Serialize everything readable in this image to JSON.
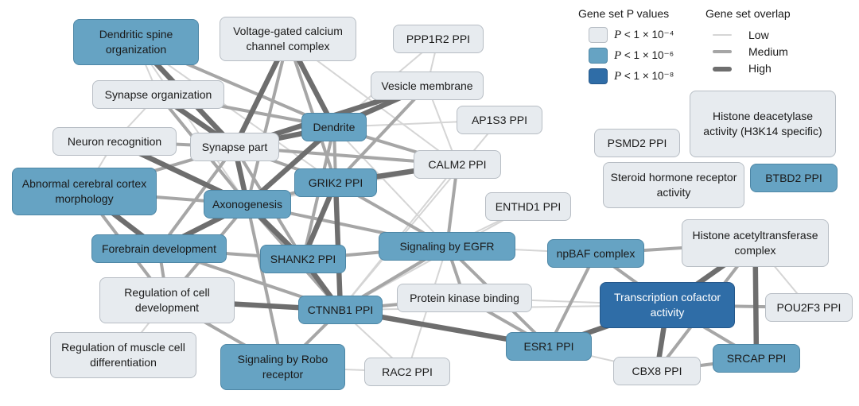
{
  "legend": {
    "pvalues_title": "Gene set P values",
    "pvalue_items": [
      {
        "level": 1,
        "label": "P < 1 × 10⁻⁴"
      },
      {
        "level": 2,
        "label": "P < 1 × 10⁻⁶"
      },
      {
        "level": 3,
        "label": "P < 1 × 10⁻⁸"
      }
    ],
    "overlap_title": "Gene set overlap",
    "overlap_items": [
      "Low",
      "Medium",
      "High"
    ]
  },
  "colors": {
    "level1": "#e7ebef",
    "level2": "#66a3c3",
    "level3": "#2f6da7",
    "edge_low": "#d5d5d5",
    "edge_medium": "#a6a6a6",
    "edge_high": "#6e6e6e"
  },
  "nodes": [
    {
      "id": "dsp",
      "label": "Dendritic spine\norganization",
      "level": 2
    },
    {
      "id": "vgcc",
      "label": "Voltage-gated calcium\nchannel complex",
      "level": 1
    },
    {
      "id": "ppp1r2",
      "label": "PPP1R2 PPI",
      "level": 1
    },
    {
      "id": "synorg",
      "label": "Synapse organization",
      "level": 1
    },
    {
      "id": "vesmem",
      "label": "Vesicle membrane",
      "level": 1
    },
    {
      "id": "ap1s3",
      "label": "AP1S3 PPI",
      "level": 1
    },
    {
      "id": "dend",
      "label": "Dendrite",
      "level": 2
    },
    {
      "id": "neurec",
      "label": "Neuron recognition",
      "level": 1
    },
    {
      "id": "synpart",
      "label": "Synapse part",
      "level": 1
    },
    {
      "id": "calm2",
      "label": "CALM2 PPI",
      "level": 1
    },
    {
      "id": "acc",
      "label": "Abnormal cerebral cortex\nmorphology",
      "level": 2
    },
    {
      "id": "grik2",
      "label": "GRIK2 PPI",
      "level": 2
    },
    {
      "id": "axon",
      "label": "Axonogenesis",
      "level": 2
    },
    {
      "id": "enthd1",
      "label": "ENTHD1 PPI",
      "level": 1
    },
    {
      "id": "forebr",
      "label": "Forebrain development",
      "level": 2
    },
    {
      "id": "shank2",
      "label": "SHANK2 PPI",
      "level": 2
    },
    {
      "id": "egfr",
      "label": "Signaling by EGFR",
      "level": 2
    },
    {
      "id": "regcell",
      "label": "Regulation of cell\ndevelopment",
      "level": 1
    },
    {
      "id": "ctnnb1",
      "label": "CTNNB1 PPI",
      "level": 2
    },
    {
      "id": "pkb",
      "label": "Protein kinase binding",
      "level": 1
    },
    {
      "id": "regmus",
      "label": "Regulation of muscle cell\ndifferentiation",
      "level": 1
    },
    {
      "id": "robo",
      "label": "Signaling by Robo\nreceptor",
      "level": 2
    },
    {
      "id": "rac2",
      "label": "RAC2 PPI",
      "level": 1
    },
    {
      "id": "esr1",
      "label": "ESR1 PPI",
      "level": 2
    },
    {
      "id": "npbaf",
      "label": "npBAF complex",
      "level": 2
    },
    {
      "id": "tca",
      "label": "Transcription cofactor\nactivity",
      "level": 3
    },
    {
      "id": "hat",
      "label": "Histone acetyltransferase\ncomplex",
      "level": 1
    },
    {
      "id": "pou2f3",
      "label": "POU2F3 PPI",
      "level": 1
    },
    {
      "id": "srcap",
      "label": "SRCAP PPI",
      "level": 2
    },
    {
      "id": "cbx8",
      "label": "CBX8 PPI",
      "level": 1
    },
    {
      "id": "hdac",
      "label": "Histone deacetylase\nactivity (H3K14 specific)",
      "level": 1
    },
    {
      "id": "psmd2",
      "label": "PSMD2 PPI",
      "level": 1
    },
    {
      "id": "shr",
      "label": "Steroid hormone receptor\nactivity",
      "level": 1
    },
    {
      "id": "btbd2",
      "label": "BTBD2 PPI",
      "level": 2
    }
  ],
  "edges": [
    {
      "source": "dsp",
      "target": "synpart",
      "overlap": "High"
    },
    {
      "source": "dsp",
      "target": "dend",
      "overlap": "Medium"
    },
    {
      "source": "dsp",
      "target": "axon",
      "overlap": "Low"
    },
    {
      "source": "dsp",
      "target": "synorg",
      "overlap": "Low"
    },
    {
      "source": "dsp",
      "target": "grik2",
      "overlap": "Low"
    },
    {
      "source": "vgcc",
      "target": "dend",
      "overlap": "High"
    },
    {
      "source": "vgcc",
      "target": "synpart",
      "overlap": "High"
    },
    {
      "source": "vgcc",
      "target": "grik2",
      "overlap": "Medium"
    },
    {
      "source": "vgcc",
      "target": "calm2",
      "overlap": "Low"
    },
    {
      "source": "vgcc",
      "target": "axon",
      "overlap": "Medium"
    },
    {
      "source": "ppp1r2",
      "target": "dend",
      "overlap": "Low"
    },
    {
      "source": "ppp1r2",
      "target": "vesmem",
      "overlap": "Low"
    },
    {
      "source": "synorg",
      "target": "synpart",
      "overlap": "High"
    },
    {
      "source": "synorg",
      "target": "dend",
      "overlap": "Medium"
    },
    {
      "source": "synorg",
      "target": "axon",
      "overlap": "Medium"
    },
    {
      "source": "synorg",
      "target": "neurec",
      "overlap": "Low"
    },
    {
      "source": "vesmem",
      "target": "dend",
      "overlap": "High"
    },
    {
      "source": "vesmem",
      "target": "synpart",
      "overlap": "High"
    },
    {
      "source": "vesmem",
      "target": "calm2",
      "overlap": "Low"
    },
    {
      "source": "vesmem",
      "target": "grik2",
      "overlap": "Medium"
    },
    {
      "source": "ap1s3",
      "target": "dend",
      "overlap": "Low"
    },
    {
      "source": "ap1s3",
      "target": "ctnnb1",
      "overlap": "Low"
    },
    {
      "source": "dend",
      "target": "synpart",
      "overlap": "High"
    },
    {
      "source": "dend",
      "target": "grik2",
      "overlap": "Medium"
    },
    {
      "source": "dend",
      "target": "axon",
      "overlap": "High"
    },
    {
      "source": "dend",
      "target": "calm2",
      "overlap": "Medium"
    },
    {
      "source": "dend",
      "target": "shank2",
      "overlap": "Medium"
    },
    {
      "source": "dend",
      "target": "egfr",
      "overlap": "Low"
    },
    {
      "source": "neurec",
      "target": "synpart",
      "overlap": "Medium"
    },
    {
      "source": "neurec",
      "target": "axon",
      "overlap": "High"
    },
    {
      "source": "neurec",
      "target": "acc",
      "overlap": "Low"
    },
    {
      "source": "synpart",
      "target": "axon",
      "overlap": "High"
    },
    {
      "source": "synpart",
      "target": "grik2",
      "overlap": "Medium"
    },
    {
      "source": "synpart",
      "target": "calm2",
      "overlap": "Medium"
    },
    {
      "source": "synpart",
      "target": "shank2",
      "overlap": "Medium"
    },
    {
      "source": "synpart",
      "target": "forebr",
      "overlap": "Medium"
    },
    {
      "source": "calm2",
      "target": "grik2",
      "overlap": "High"
    },
    {
      "source": "calm2",
      "target": "egfr",
      "overlap": "Medium"
    },
    {
      "source": "calm2",
      "target": "ctnnb1",
      "overlap": "Low"
    },
    {
      "source": "calm2",
      "target": "axon",
      "overlap": "Low"
    },
    {
      "source": "acc",
      "target": "axon",
      "overlap": "Medium"
    },
    {
      "source": "acc",
      "target": "forebr",
      "overlap": "High"
    },
    {
      "source": "acc",
      "target": "regcell",
      "overlap": "Medium"
    },
    {
      "source": "acc",
      "target": "synpart",
      "overlap": "Medium"
    },
    {
      "source": "grik2",
      "target": "axon",
      "overlap": "Medium"
    },
    {
      "source": "grik2",
      "target": "shank2",
      "overlap": "High"
    },
    {
      "source": "grik2",
      "target": "ctnnb1",
      "overlap": "High"
    },
    {
      "source": "grik2",
      "target": "egfr",
      "overlap": "Medium"
    },
    {
      "source": "axon",
      "target": "forebr",
      "overlap": "High"
    },
    {
      "source": "axon",
      "target": "shank2",
      "overlap": "High"
    },
    {
      "source": "axon",
      "target": "regcell",
      "overlap": "Medium"
    },
    {
      "source": "axon",
      "target": "ctnnb1",
      "overlap": "Medium"
    },
    {
      "source": "axon",
      "target": "robo",
      "overlap": "Medium"
    },
    {
      "source": "axon",
      "target": "egfr",
      "overlap": "Medium"
    },
    {
      "source": "enthd1",
      "target": "egfr",
      "overlap": "Low"
    },
    {
      "source": "enthd1",
      "target": "ctnnb1",
      "overlap": "Low"
    },
    {
      "source": "forebr",
      "target": "regcell",
      "overlap": "Medium"
    },
    {
      "source": "forebr",
      "target": "shank2",
      "overlap": "Medium"
    },
    {
      "source": "forebr",
      "target": "ctnnb1",
      "overlap": "Medium"
    },
    {
      "source": "shank2",
      "target": "ctnnb1",
      "overlap": "High"
    },
    {
      "source": "shank2",
      "target": "egfr",
      "overlap": "Medium"
    },
    {
      "source": "egfr",
      "target": "ctnnb1",
      "overlap": "Medium"
    },
    {
      "source": "egfr",
      "target": "pkb",
      "overlap": "Medium"
    },
    {
      "source": "egfr",
      "target": "esr1",
      "overlap": "Medium"
    },
    {
      "source": "egfr",
      "target": "npbaf",
      "overlap": "Low"
    },
    {
      "source": "egfr",
      "target": "rac2",
      "overlap": "Low"
    },
    {
      "source": "regcell",
      "target": "ctnnb1",
      "overlap": "High"
    },
    {
      "source": "regcell",
      "target": "regmus",
      "overlap": "Low"
    },
    {
      "source": "regcell",
      "target": "robo",
      "overlap": "Medium"
    },
    {
      "source": "ctnnb1",
      "target": "pkb",
      "overlap": "Medium"
    },
    {
      "source": "ctnnb1",
      "target": "esr1",
      "overlap": "High"
    },
    {
      "source": "ctnnb1",
      "target": "robo",
      "overlap": "Medium"
    },
    {
      "source": "ctnnb1",
      "target": "rac2",
      "overlap": "Low"
    },
    {
      "source": "ctnnb1",
      "target": "tca",
      "overlap": "Low"
    },
    {
      "source": "pkb",
      "target": "esr1",
      "overlap": "Medium"
    },
    {
      "source": "pkb",
      "target": "tca",
      "overlap": "Low"
    },
    {
      "source": "robo",
      "target": "rac2",
      "overlap": "Low"
    },
    {
      "source": "esr1",
      "target": "tca",
      "overlap": "High"
    },
    {
      "source": "esr1",
      "target": "npbaf",
      "overlap": "Medium"
    },
    {
      "source": "esr1",
      "target": "cbx8",
      "overlap": "Low"
    },
    {
      "source": "npbaf",
      "target": "tca",
      "overlap": "Medium"
    },
    {
      "source": "npbaf",
      "target": "hat",
      "overlap": "Medium"
    },
    {
      "source": "tca",
      "target": "hat",
      "overlap": "High"
    },
    {
      "source": "tca",
      "target": "pou2f3",
      "overlap": "Medium"
    },
    {
      "source": "tca",
      "target": "srcap",
      "overlap": "Medium"
    },
    {
      "source": "tca",
      "target": "cbx8",
      "overlap": "High"
    },
    {
      "source": "hat",
      "target": "srcap",
      "overlap": "High"
    },
    {
      "source": "hat",
      "target": "cbx8",
      "overlap": "Medium"
    },
    {
      "source": "hat",
      "target": "pou2f3",
      "overlap": "Low"
    },
    {
      "source": "cbx8",
      "target": "srcap",
      "overlap": "Medium"
    }
  ]
}
